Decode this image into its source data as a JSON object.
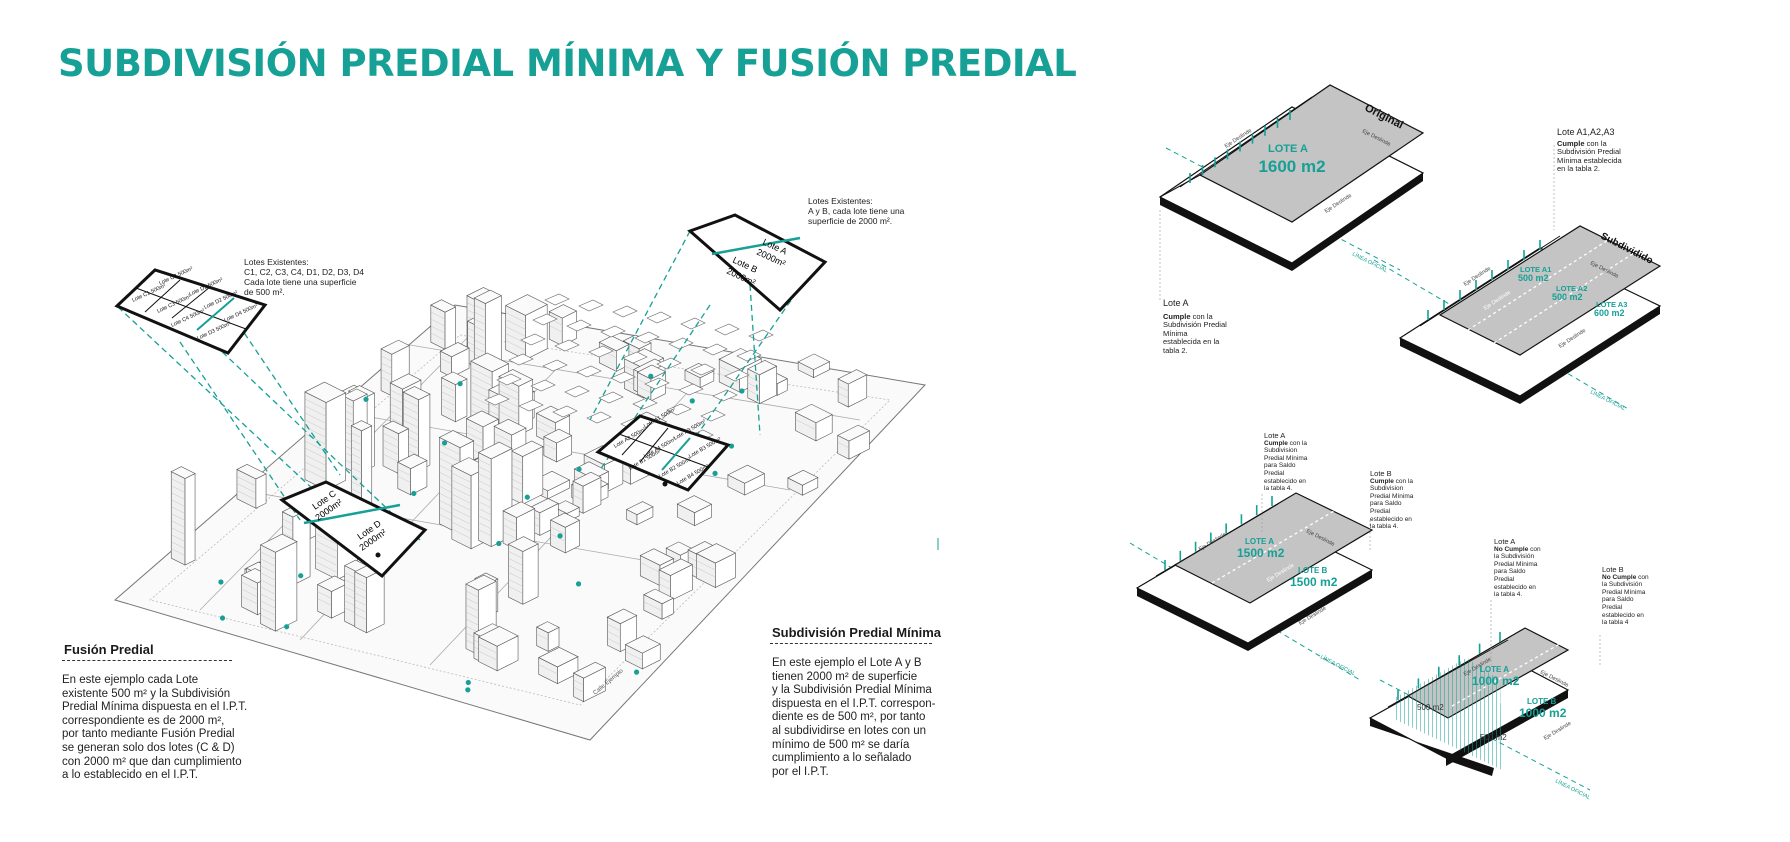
{
  "title": "SUBDIVISIÓN PREDIAL MÍNIMA Y FUSIÓN PREDIAL",
  "colors": {
    "accent": "#16a096",
    "lot_fill": "#c4c4c4",
    "outline": "#111111"
  },
  "city": {
    "callout_c_d": {
      "line1": "Lotes Existentes:",
      "line2": "C1, C2, C3, C4, D1, D2, D3, D4",
      "line3": "Cada lote tiene una superficie",
      "line4": "de 500 m²."
    },
    "callout_a_b": {
      "line1": "Lotes Existentes:",
      "line2": "A y B, cada lote tiene una",
      "line3": "superficie de 2000 m²."
    },
    "box_cd_cells": [
      "Lote C1 500m²",
      "Lote C2 500m²",
      "Lote C3 500m²",
      "Lote D1 500m²",
      "Lote C4 500m²",
      "Lote D2 500m²",
      "Lote D3 500m²",
      "Lote D4 500m²"
    ],
    "box_ab": {
      "lot_a": "Lote A",
      "lot_a_area": "2000m²",
      "lot_b": "Lote B",
      "lot_b_area": "2000m²"
    },
    "box_cd_merged": {
      "lot_c": "Lote C",
      "lot_c_area": "2000m²",
      "lot_d": "Lote D",
      "lot_d_area": "2000m²"
    },
    "box_subdiv_cells": [
      "Lote A1 500m²",
      "Lote A2 500m²",
      "Lote A3 500m²",
      "Lote A4 500m²",
      "Lote B1 500m²",
      "Lote B2 500m²",
      "Lote B3 500m²",
      "Lote B4 500m²"
    ],
    "street_label": "Calle Ejemplo"
  },
  "fusion": {
    "heading": "Fusión Predial",
    "body": [
      "En este ejemplo cada Lote",
      "existente 500 m² y la Subdivisión",
      "Predial Mínima dispuesta en el I.P.T.",
      "correspondiente es de 2000 m²,",
      "por tanto mediante Fusión Predial",
      "se generan solo dos lotes (C & D)",
      "con 2000 m² que dan cumplimiento",
      "a lo establecido en el I.P.T."
    ]
  },
  "subdivision": {
    "heading": "Subdivisión Predial Mínima",
    "body": [
      "En este ejemplo el Lote A y B",
      "tienen 2000 m² de superficie",
      "y la Subdivisión Predial Mínima",
      "dispuesta en el I.P.T. correspon-",
      "diente es de 500 m², por tanto",
      "al subdividirse en lotes con un",
      "mínimo de 500 m² se daría",
      "cumplimiento a lo señalado",
      "por el I.P.T."
    ]
  },
  "diagram_original": {
    "label": "Original",
    "lot_name": "LOTE A",
    "lot_area": "1600 m2",
    "axis1": "Eje Deslinde",
    "axis2": "Eje Deslinde",
    "axis3": "Eje Deslinde",
    "line_label": "LÍNEA OFICIAL",
    "note_title": "Lote A",
    "note_bold": "Cumple",
    "note_rest": " con la Subdivisión Predial Mínima establecida en la tabla 2."
  },
  "diagram_subdivided": {
    "label": "Subdividido",
    "lots": [
      {
        "name": "LOTE A1",
        "area": "500 m2"
      },
      {
        "name": "LOTE A2",
        "area": "500 m2"
      },
      {
        "name": "LOTE A3",
        "area": "600 m2"
      }
    ],
    "axis": "Eje Deslinde",
    "line_label": "LÍNEA OFICIAL",
    "note_title": "Lote  A1,A2,A3",
    "note_bold": "Cumple",
    "note_rest": " con la Subdivisión Predial Mínima establecida en la tabla 2."
  },
  "diagram_pair1": {
    "lots": [
      {
        "name": "LOTE  A",
        "area": "1500 m2"
      },
      {
        "name": "LOTE  B",
        "area": "1500 m2"
      }
    ],
    "axis": "Eje Deslinde",
    "line_label": "LÍNEA OFICIAL",
    "note_a_title": "Lote A",
    "note_a_bold": "Cumple",
    "note_a_rest": " con la Subdivision Predial Mínima para Saldo Predial establecido en la tabla 4.",
    "note_b_title": "Lote B",
    "note_b_bold": "Cumple",
    "note_b_rest": " con la Subdivision Predial Mínima para Saldo Predial establecido en la tabla 4."
  },
  "diagram_pair2": {
    "lots": [
      {
        "name": "LOTE  A",
        "area": "1000 m2"
      },
      {
        "name": "LOTE  B",
        "area": "1000 m2"
      }
    ],
    "hatch1": "500 m2",
    "hatch2": "500 m2",
    "axis": "Eje Deslinde",
    "line_label": "LÍNEA OFICIAL",
    "note_a_title": "Lote A",
    "note_a_bold": "No Cumple",
    "note_a_rest": " con la Subdivisión Predial Mínima para Saldo Predial establecido en la tabla 4.",
    "note_b_title": "Lote B",
    "note_b_bold": "No Cumple",
    "note_b_rest": " con la Subdivisión Predial Mínima para Saldo Predial establecido en la tabla 4"
  }
}
